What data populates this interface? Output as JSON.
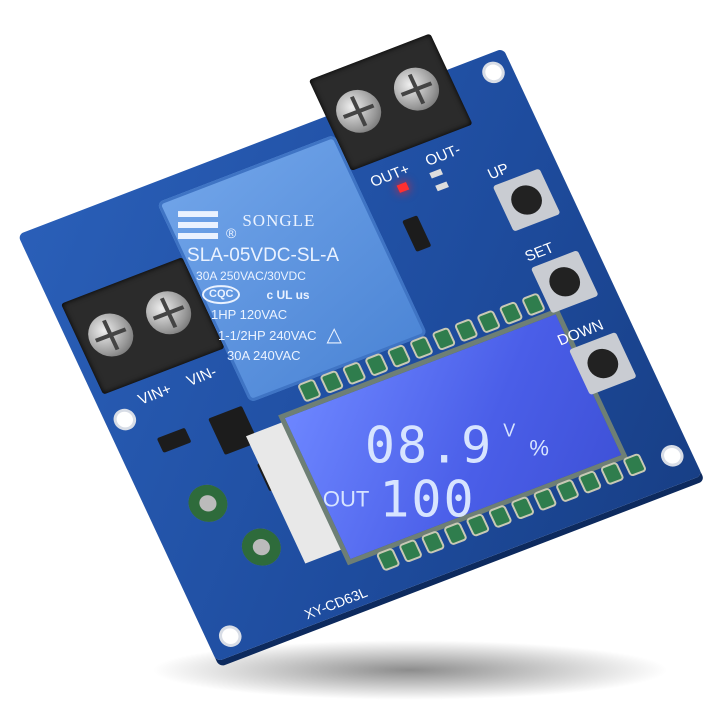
{
  "board": {
    "model": "XY-CD63L",
    "input_labels": [
      "VIN+",
      "VIN-"
    ],
    "output_labels": [
      "OUT+",
      "OUT-"
    ],
    "buttons": [
      "UP",
      "SET",
      "DOWN"
    ]
  },
  "relay": {
    "brand": "SONGLE",
    "registered": "®",
    "model": "SLA-05VDC-SL-A",
    "rating1": "30A  250VAC/30VDC",
    "cert": "CQC",
    "ul": "c UL us",
    "rating2": "1HP 120VAC",
    "rating3": "1-1/2HP 240VAC",
    "rating4": "30A 240VAC"
  },
  "lcd": {
    "voltage": "08.9",
    "voltage_unit": "V",
    "percent": "100",
    "percent_unit": "%",
    "mode": "OUT"
  },
  "colors": {
    "pcb": "#1e4c9e",
    "relay": "#5a90dc",
    "lcd": "#4a5ee8",
    "led": "#ff3030"
  }
}
